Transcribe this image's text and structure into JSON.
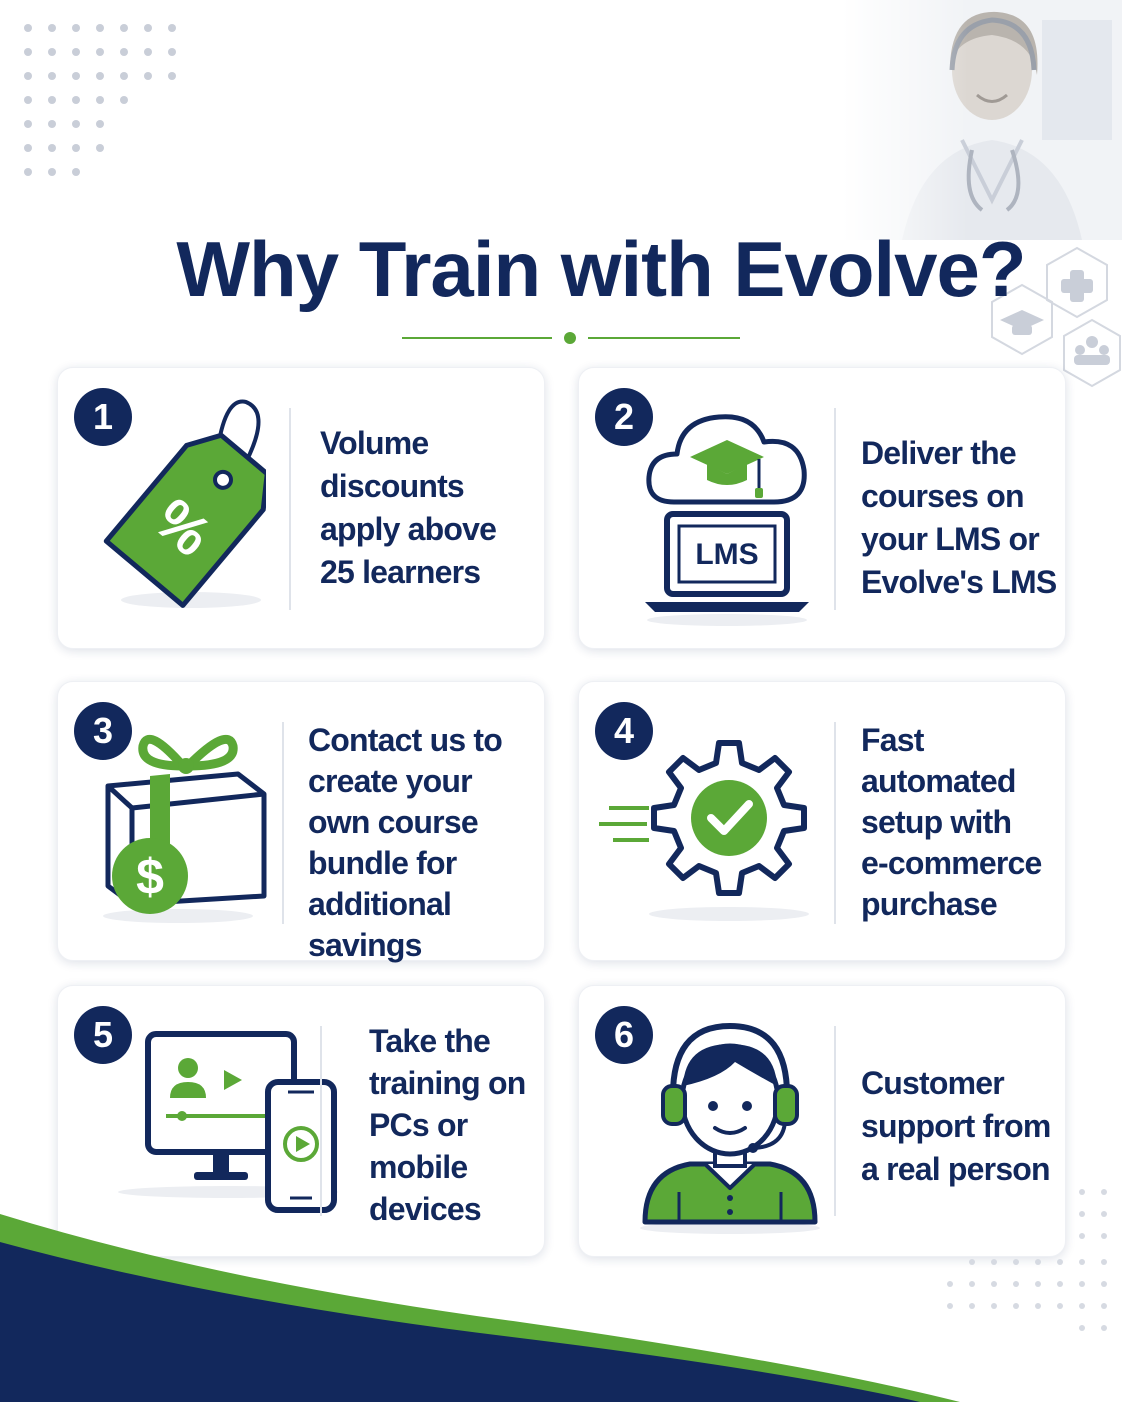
{
  "title": "Why Train with Evolve?",
  "colors": {
    "navy": "#12285c",
    "green": "#5ba837",
    "light_gray": "#dfe3ea"
  },
  "hero": {
    "icons": [
      "medical-cross-icon",
      "graduation-cap-icon",
      "team-icon"
    ]
  },
  "cards": [
    {
      "number": "1",
      "icon": "percent-price-tag-icon",
      "lines": [
        "Volume",
        "discounts",
        "apply above",
        "25 learners"
      ]
    },
    {
      "number": "2",
      "icon": "cloud-lms-laptop-icon",
      "icon_label": "LMS",
      "lines": [
        "Deliver the",
        "courses on",
        "your LMS or",
        "Evolve's LMS"
      ]
    },
    {
      "number": "3",
      "icon": "gift-box-dollar-icon",
      "icon_label": "$",
      "lines": [
        "Contact us to",
        "create your",
        "own course",
        "bundle for",
        "additional savings"
      ]
    },
    {
      "number": "4",
      "icon": "gear-check-icon",
      "lines": [
        "Fast",
        "automated",
        "setup with",
        "e-commerce",
        "purchase"
      ]
    },
    {
      "number": "5",
      "icon": "monitor-phone-video-icon",
      "lines": [
        "Take the",
        "training on",
        "PCs or",
        "mobile",
        "devices"
      ]
    },
    {
      "number": "6",
      "icon": "support-agent-headset-icon",
      "lines": [
        "Customer",
        "support from",
        "a real person"
      ]
    }
  ]
}
